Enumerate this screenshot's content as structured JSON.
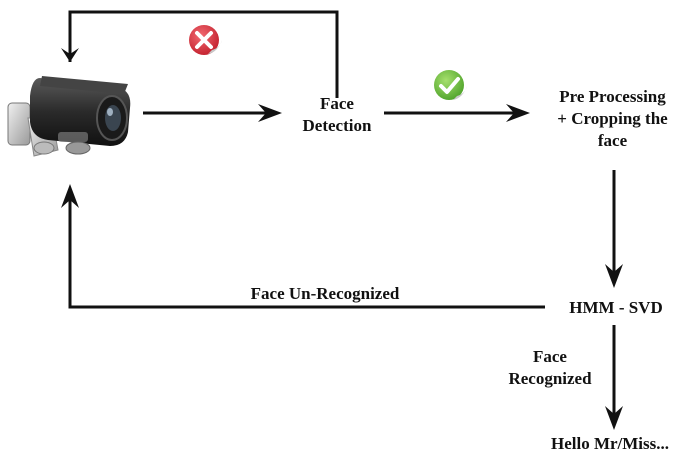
{
  "nodes": {
    "camera": {
      "icon": "security-camera-icon"
    },
    "face_detection": {
      "line1": "Face",
      "line2": "Detection"
    },
    "preprocessing": {
      "line1": "Pre Processing",
      "line2": "+ Cropping the",
      "line3": "face"
    },
    "hmm_svd": {
      "label": "HMM - SVD"
    },
    "hello": {
      "label": "Hello Mr/Miss..."
    }
  },
  "edges": {
    "not_detected": {
      "icon": "red-x-icon",
      "color": "#d9303d"
    },
    "detected": {
      "icon": "green-check-icon",
      "color": "#6cbf3a"
    },
    "unrecognized": {
      "label": "Face Un-Recognized"
    },
    "recognized": {
      "line1": "Face",
      "line2": "Recognized"
    }
  }
}
